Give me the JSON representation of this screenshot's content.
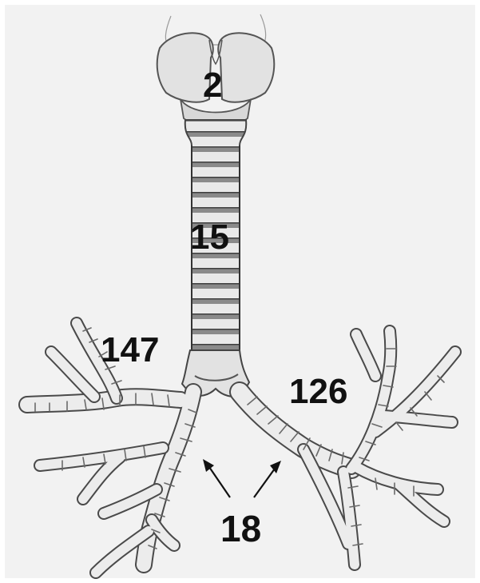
{
  "labels": {
    "larynx": "2",
    "trachea": "15",
    "left_bronchial_tree": "147",
    "right_bronchial_tree": "126",
    "main_bronchi": "18"
  },
  "colors": {
    "background": "#f2f2f2",
    "airway_fill": "#e7e7e7",
    "airway_stroke": "#5a5a5a",
    "label_text": "#111111"
  }
}
